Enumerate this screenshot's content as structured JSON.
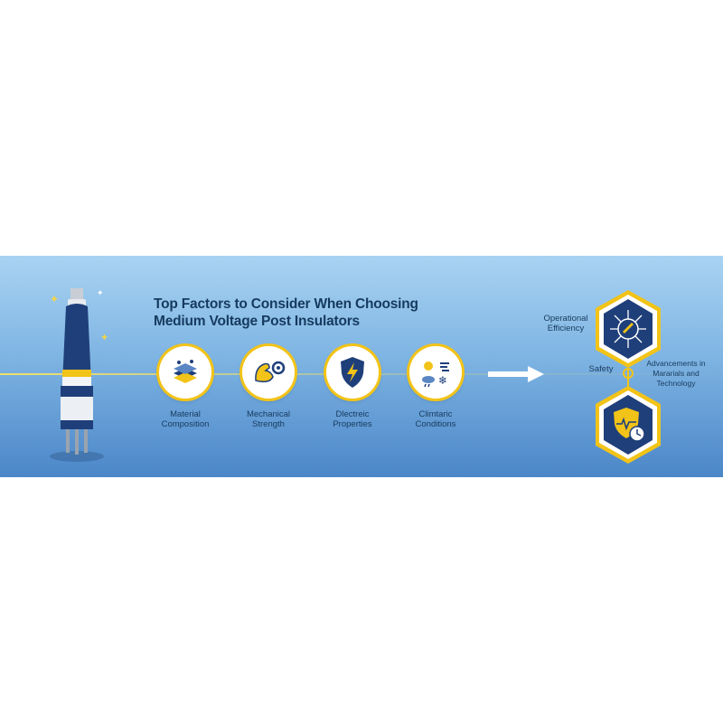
{
  "title": {
    "line1": "Top Factors to Consider When Choosing",
    "line2": "Medium Voltage Post Insulators"
  },
  "factors": [
    {
      "line1": "Material",
      "line2": "Composition",
      "icon": "layers-icon"
    },
    {
      "line1": "Mechanical",
      "line2": "Strength",
      "icon": "flexed-arm-icon"
    },
    {
      "line1": "Dlectreic",
      "line2": "Properties",
      "icon": "lightning-shield-icon"
    },
    {
      "line1": "Climtaric",
      "line2": "Conditions",
      "icon": "weather-icon"
    }
  ],
  "outcomes": {
    "efficiency": {
      "line1": "Operational",
      "line2": "Efficiency"
    },
    "safety": "Safety",
    "advancements": {
      "line1": "Advancements in",
      "line2": "Mararials and",
      "line3": "Technology"
    }
  },
  "colors": {
    "accent": "#f2c318",
    "navy": "#1f3f7a",
    "banner_top": "#a9d3f2",
    "banner_bottom": "#4b86c8"
  }
}
